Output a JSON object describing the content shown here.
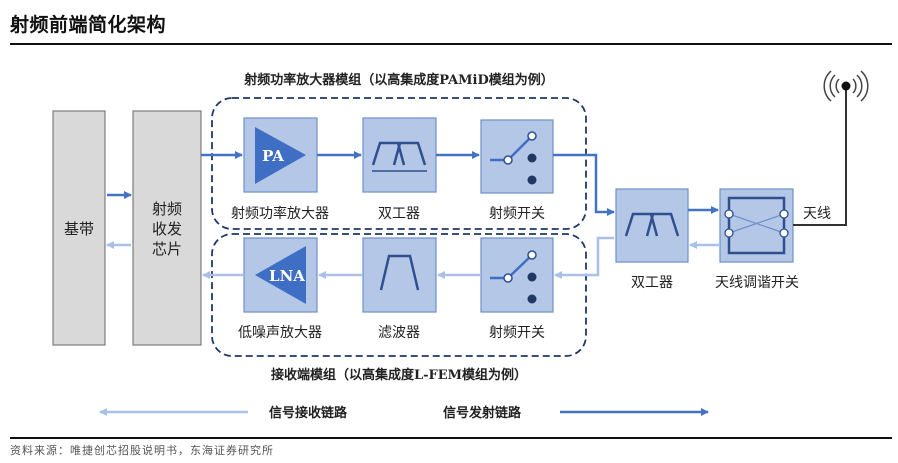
{
  "title": "射频前端简化架构",
  "source": "资料来源：唯捷创芯招股说明书，东海证券研究所",
  "colors": {
    "tx_line": "#4472C4",
    "rx_line": "#A9C1E8",
    "box_fill": "#B4C7E7",
    "box_border": "#6F8FC9",
    "amp_fill": "#3F6FC4",
    "dark_blue": "#2F4F8F",
    "gray_box": "#D9D9D9",
    "dash_border": "#1F3864"
  },
  "blocks": {
    "baseband": "基带",
    "transceiver": [
      "射频",
      "收发",
      "芯片"
    ]
  },
  "tx_module": {
    "label": "射频功率放大器模组（以高集成度PAMiD模组为例）",
    "components": [
      {
        "icon": "amplifier",
        "icon_text": "PA",
        "label": "射频功率放大器"
      },
      {
        "icon": "duplexer",
        "label": "双工器"
      },
      {
        "icon": "switch",
        "label": "射频开关"
      }
    ]
  },
  "rx_module": {
    "label": "接收端模组（以高集成度L-FEM模组为例）",
    "components": [
      {
        "icon": "amplifier",
        "icon_text": "LNA",
        "label": "低噪声放大器"
      },
      {
        "icon": "filter",
        "label": "滤波器"
      },
      {
        "icon": "switch",
        "label": "射频开关"
      }
    ]
  },
  "shared": {
    "duplexer_label": "双工器",
    "tuner_label": "天线调谐开关",
    "antenna_label": "天线"
  },
  "legend": {
    "rx": "信号接收链路",
    "tx": "信号发射链路"
  }
}
